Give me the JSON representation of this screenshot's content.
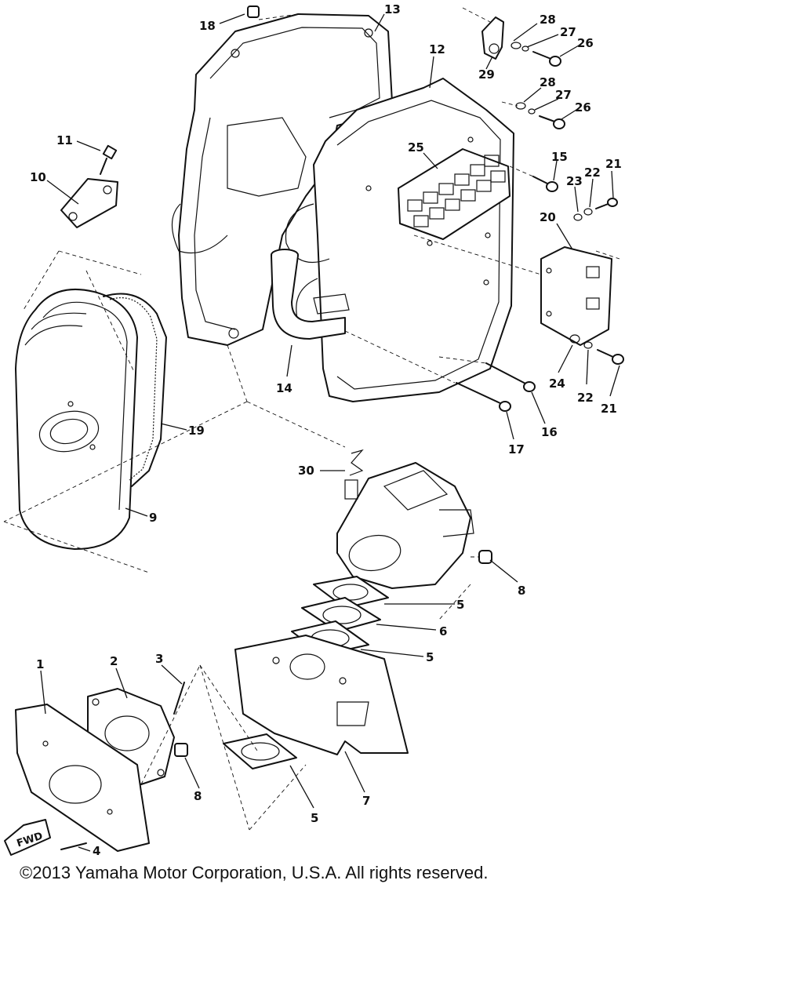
{
  "diagram": {
    "callouts": [
      {
        "id": "c18",
        "label": "18"
      },
      {
        "id": "c13",
        "label": "13"
      },
      {
        "id": "c12",
        "label": "12"
      },
      {
        "id": "c28a",
        "label": "28"
      },
      {
        "id": "c27a",
        "label": "27"
      },
      {
        "id": "c26a",
        "label": "26"
      },
      {
        "id": "c29",
        "label": "29"
      },
      {
        "id": "c28b",
        "label": "28"
      },
      {
        "id": "c27b",
        "label": "27"
      },
      {
        "id": "c26b",
        "label": "26"
      },
      {
        "id": "c11",
        "label": "11"
      },
      {
        "id": "c10",
        "label": "10"
      },
      {
        "id": "c25",
        "label": "25"
      },
      {
        "id": "c15",
        "label": "15"
      },
      {
        "id": "c23",
        "label": "23"
      },
      {
        "id": "c22a",
        "label": "22"
      },
      {
        "id": "c21a",
        "label": "21"
      },
      {
        "id": "c20",
        "label": "20"
      },
      {
        "id": "c14",
        "label": "14"
      },
      {
        "id": "c24",
        "label": "24"
      },
      {
        "id": "c22b",
        "label": "22"
      },
      {
        "id": "c21b",
        "label": "21"
      },
      {
        "id": "c16",
        "label": "16"
      },
      {
        "id": "c17",
        "label": "17"
      },
      {
        "id": "c19",
        "label": "19"
      },
      {
        "id": "c30",
        "label": "30"
      },
      {
        "id": "c9",
        "label": "9"
      },
      {
        "id": "c8a",
        "label": "8"
      },
      {
        "id": "c5a",
        "label": "5"
      },
      {
        "id": "c6",
        "label": "6"
      },
      {
        "id": "c5b",
        "label": "5"
      },
      {
        "id": "c1",
        "label": "1"
      },
      {
        "id": "c2",
        "label": "2"
      },
      {
        "id": "c3",
        "label": "3"
      },
      {
        "id": "c8b",
        "label": "8"
      },
      {
        "id": "c7",
        "label": "7"
      },
      {
        "id": "c5c",
        "label": "5"
      },
      {
        "id": "c4",
        "label": "4"
      }
    ],
    "fwd_label": "FWD"
  },
  "copyright": "©2013 Yamaha Motor Corporation, U.S.A. All rights reserved."
}
